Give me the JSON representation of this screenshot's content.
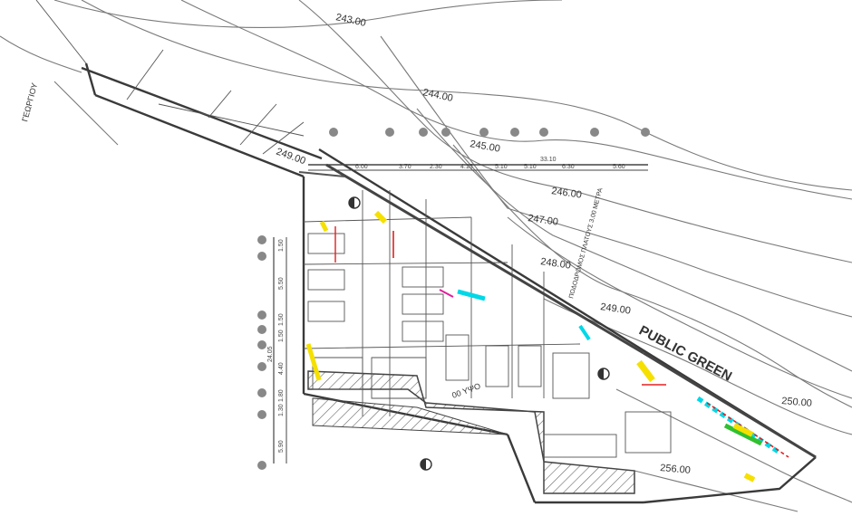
{
  "contour_labels": [
    "243.00",
    "244.00",
    "245.00",
    "246.00",
    "247.00",
    "248.00",
    "249.00",
    "250.00",
    "256.00"
  ],
  "area_label": "PUBLIC GREEN",
  "top_dims": [
    "33.10",
    "6.00",
    "3.70",
    "2.30",
    "4.15",
    "5.10",
    "5.10",
    "6.30",
    "5.60"
  ],
  "left_dims": [
    "1.50",
    "5.50",
    "1.50",
    "1.50",
    "24.05",
    "4.40",
    "1.80",
    "1.30",
    "5.90"
  ],
  "street_label": "ΓΕΩΡΓΙΟΥ",
  "road_label": "ΠΟΔΟΔΡΟΜΟΣ ΠΛΑΤΟΥΣ 3.00 ΜΕΤΡΑ",
  "level_label": "00 ΥΨΟ",
  "colors": {
    "contour": "#7a7a7a",
    "wall": "#3a3a3a",
    "yellow": "#f5e000",
    "cyan": "#00d8e8",
    "magenta": "#e0209a",
    "red": "#e02020",
    "green": "#30c030"
  }
}
